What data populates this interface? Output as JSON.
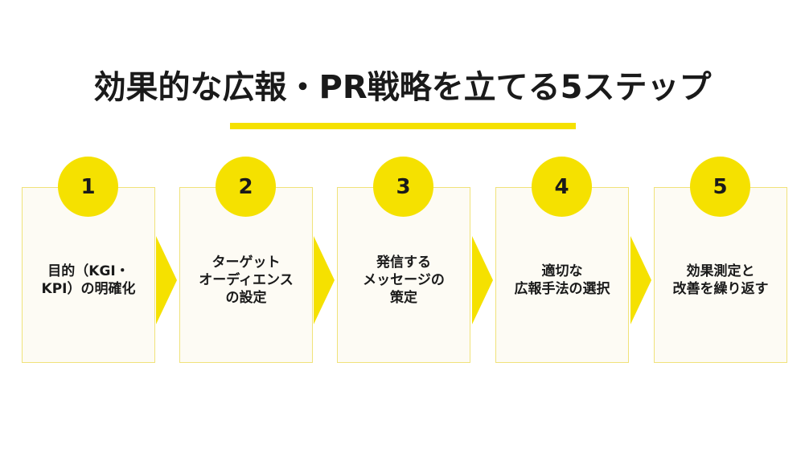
{
  "title": "効果的な広報・PR戦略を立てる5ステップ",
  "colors": {
    "accent": "#f5e100",
    "box_background": "#fdfbf4",
    "box_border": "#f0e27a",
    "text": "#1a1a1a"
  },
  "steps": [
    {
      "number": "1",
      "label": "目的（KGI・\nKPI）の明確化"
    },
    {
      "number": "2",
      "label": "ターゲット\nオーディエンス\nの設定"
    },
    {
      "number": "3",
      "label": "発信する\nメッセージの\n策定"
    },
    {
      "number": "4",
      "label": "適切な\n広報手法の選択"
    },
    {
      "number": "5",
      "label": "効果測定と\n改善を繰り返す"
    }
  ]
}
